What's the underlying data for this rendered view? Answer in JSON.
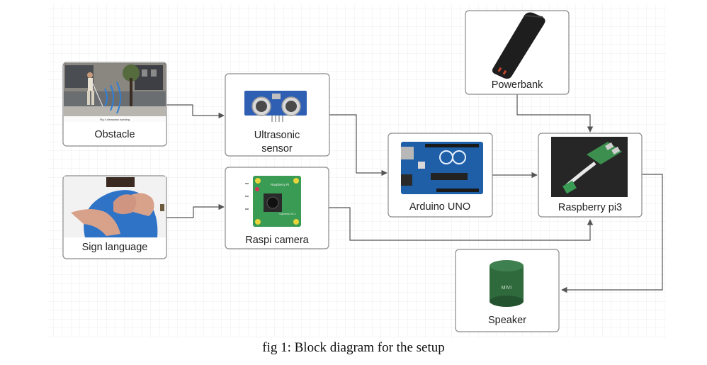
{
  "diagram": {
    "nodes": {
      "obstacle": {
        "label": "Obstacle",
        "image": "person-with-cane-and-ultrasonic-waves"
      },
      "sign_language": {
        "label": "Sign language",
        "image": "hands-signing"
      },
      "ultrasonic": {
        "label_line1": "Ultrasonic",
        "label_line2": "sensor",
        "image": "ultrasonic-sensor-module"
      },
      "raspi_camera": {
        "label": "Raspi camera",
        "image": "raspberry-pi-camera-board"
      },
      "arduino": {
        "label": "Arduino UNO",
        "image": "arduino-uno-board"
      },
      "powerbank": {
        "label": "Powerbank",
        "image": "black-powerbank"
      },
      "raspberry_pi": {
        "label": "Raspberry pi3",
        "image": "raspberry-pi-board-with-ribbon"
      },
      "speaker": {
        "label": "Speaker",
        "image": "green-cylindrical-speaker"
      }
    },
    "image_texts": {
      "obstacle_strip": "Fig 4 ultrasonic working",
      "camera_brand": "Raspberry Pi",
      "camera_version": "Camera V2.1",
      "speaker_brand": "MIVI"
    },
    "edges": [
      {
        "from": "obstacle",
        "to": "ultrasonic"
      },
      {
        "from": "ultrasonic",
        "to": "arduino"
      },
      {
        "from": "sign_language",
        "to": "raspi_camera"
      },
      {
        "from": "arduino",
        "to": "raspberry_pi"
      },
      {
        "from": "powerbank",
        "to": "raspberry_pi"
      },
      {
        "from": "raspi_camera",
        "to": "raspberry_pi"
      },
      {
        "from": "raspberry_pi",
        "to": "speaker"
      }
    ],
    "colors": {
      "grid": "#dfe1e6",
      "box_border": "#8a8a8a",
      "line": "#555555",
      "speaker_green": "#2f6a3c",
      "pcb_green": "#3a9b54",
      "arduino_blue": "#1f5fa8"
    }
  },
  "caption": "fig 1: Block diagram for the setup"
}
